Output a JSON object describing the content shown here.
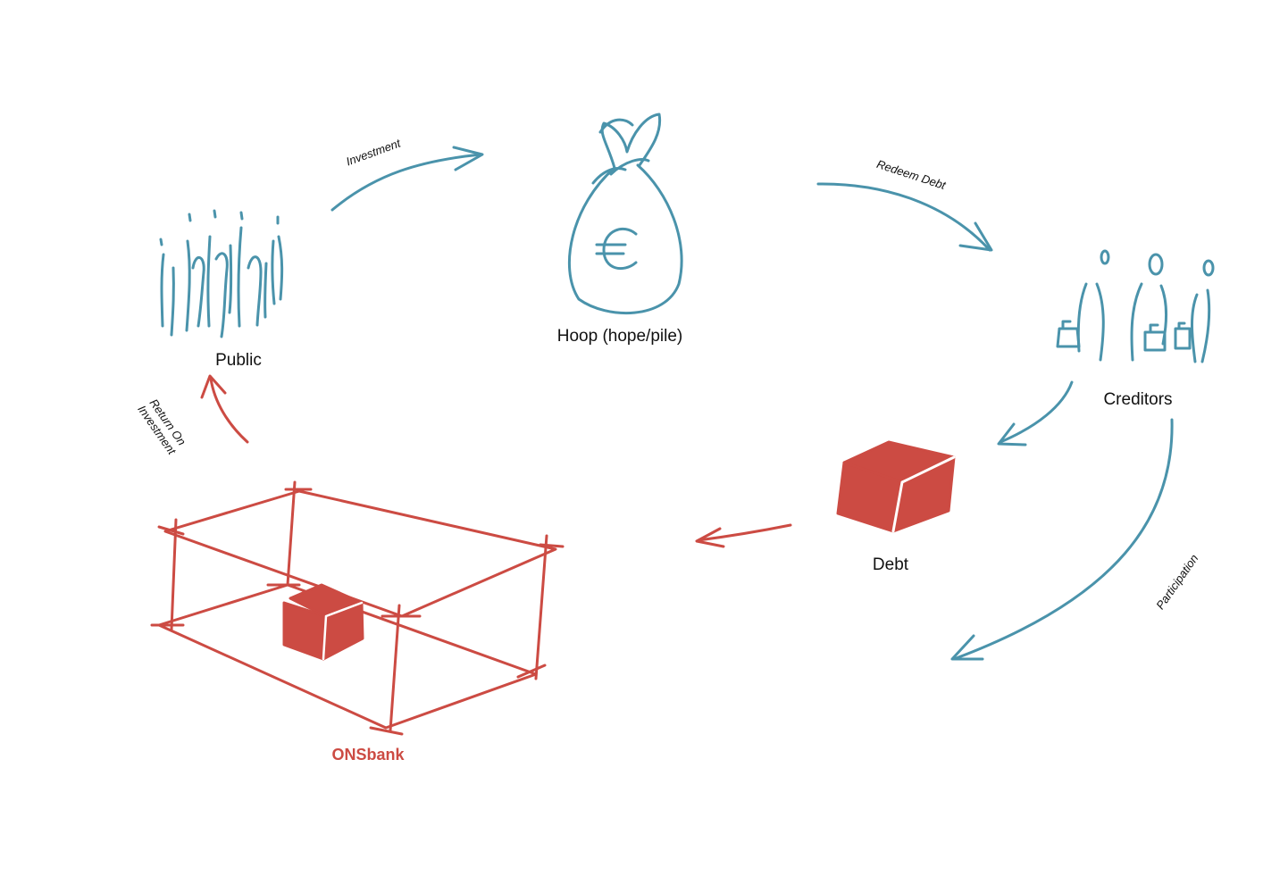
{
  "colors": {
    "blue": "#4a93ab",
    "red": "#cc4b43",
    "text": "#111111"
  },
  "nodes": {
    "public": {
      "label": "Public",
      "icon": "people-crowd-icon"
    },
    "hoop": {
      "label": "Hoop (hope/pile)",
      "icon": "euro-money-bag-icon"
    },
    "creditors": {
      "label": "Creditors",
      "icon": "creditors-people-icon"
    },
    "debt": {
      "label": "Debt",
      "icon": "debt-cube-icon"
    },
    "onsbank": {
      "label": "ONSbank",
      "icon": "bank-grid-box-icon"
    }
  },
  "edges": {
    "investment": {
      "label": "Investment"
    },
    "redeem_debt": {
      "label": "Redeem Debt"
    },
    "participation": {
      "label": "Participation"
    },
    "return_on_investment": {
      "label_line1": "Return On",
      "label_line2": "Investment"
    }
  }
}
